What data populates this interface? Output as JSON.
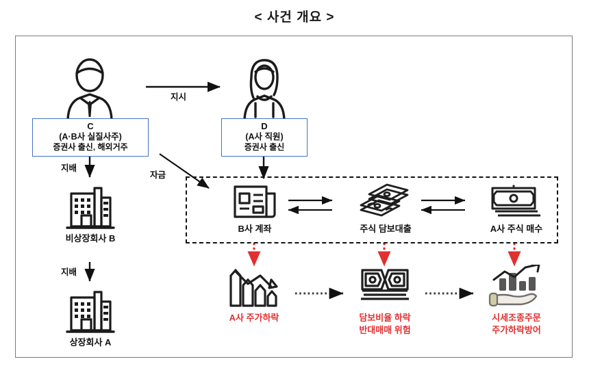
{
  "title": "< 사건 개요 >",
  "colors": {
    "frame_border": "#7a7a7a",
    "box_border": "#4472c4",
    "ink": "#111111",
    "red": "#e03030",
    "icon_dark": "#222222",
    "skin": "#f0e4d8"
  },
  "people": [
    {
      "id": "C",
      "name": "C",
      "role": "(A·B사 실질사주)",
      "note": "증권사 출신, 해외거주",
      "icon": "male-person-icon"
    },
    {
      "id": "D",
      "name": "D",
      "role": "(A사 직원)",
      "note": "증권사 출신",
      "icon": "female-person-icon"
    }
  ],
  "edges": {
    "instruction": "지시",
    "funds": "자금",
    "control_1": "지배",
    "control_2": "지배"
  },
  "companies": [
    {
      "label": "비상장회사 B",
      "icon": "building-icon"
    },
    {
      "label": "상장회사 A",
      "icon": "building-icon"
    }
  ],
  "flow_box": {
    "items": [
      {
        "label": "B사 계좌",
        "icon": "account-document-icon"
      },
      {
        "label": "주식 담보대출",
        "icon": "cash-stack-icon"
      },
      {
        "label": "A사 주식 매수",
        "icon": "banknote-icon"
      }
    ]
  },
  "consequences": [
    {
      "line1": "A사 주가하락",
      "line2": "",
      "icon": "declining-bar-chart-icon"
    },
    {
      "line1": "담보비율 하락",
      "line2": "반대매매 위험",
      "icon": "torn-money-icon"
    },
    {
      "line1": "시세조종주문",
      "line2": "주가하락방어",
      "icon": "hand-rising-chart-icon"
    }
  ]
}
